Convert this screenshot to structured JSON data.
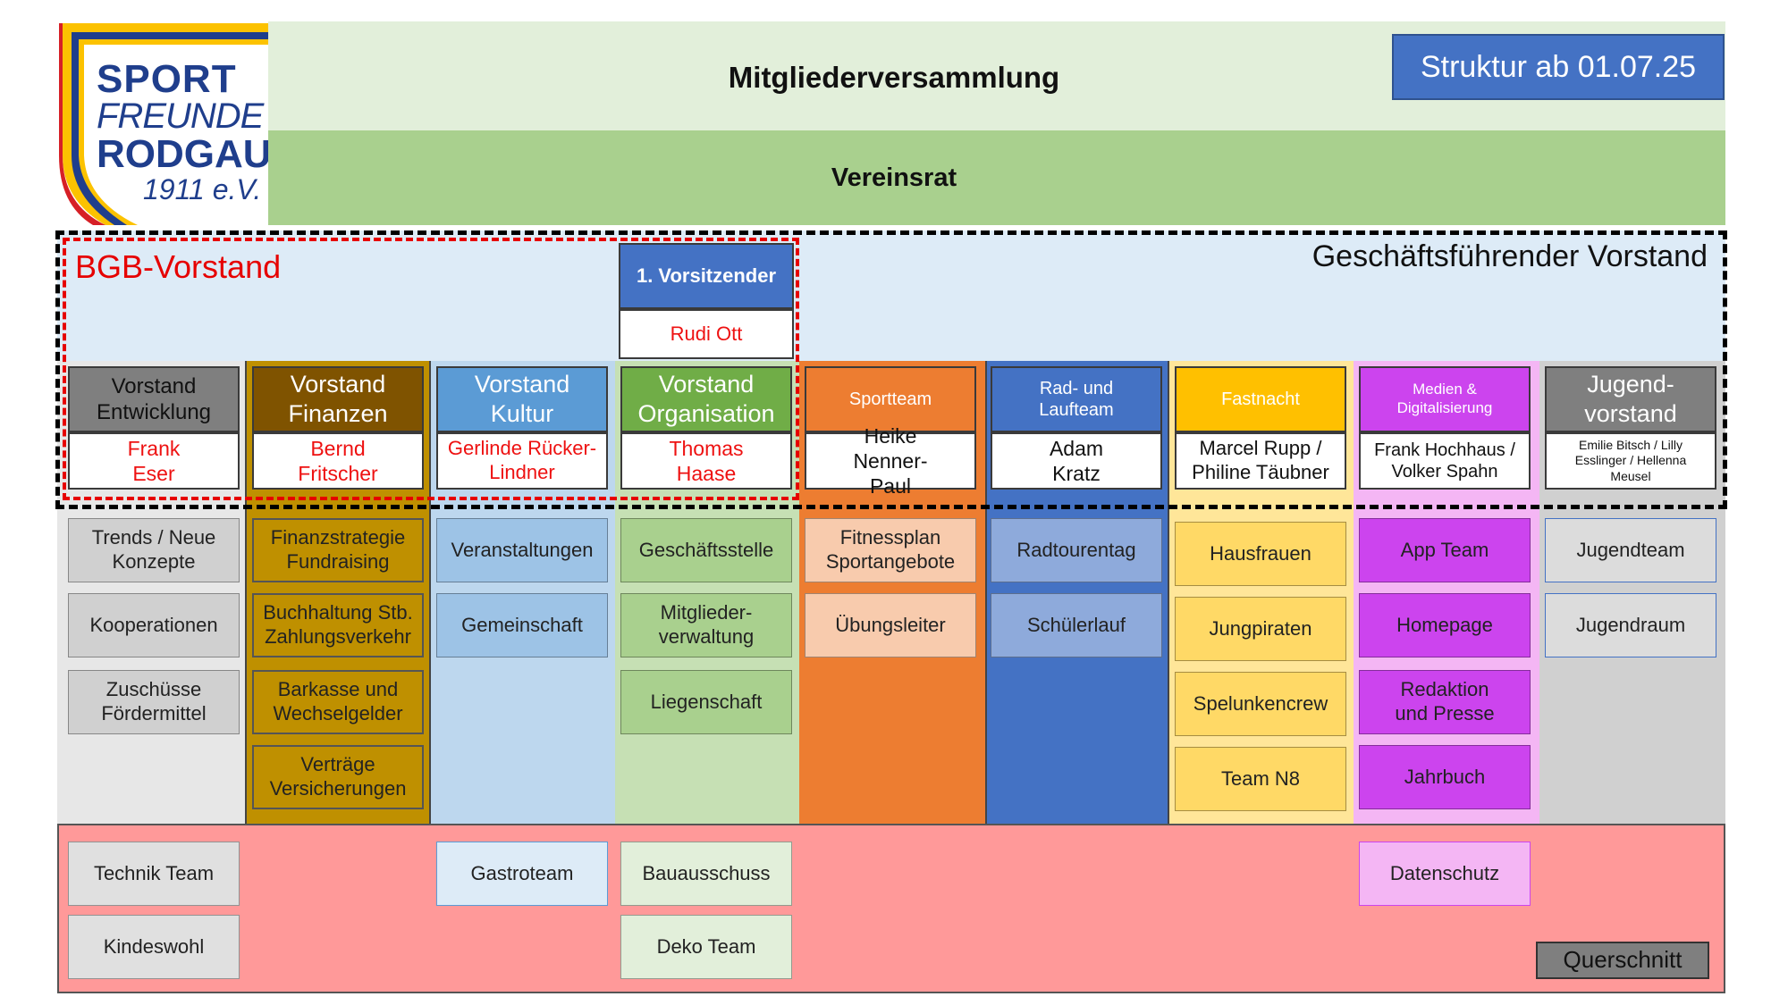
{
  "logo": {
    "line1": "SPORT",
    "line2": "FREUNDE",
    "line3": "RODGAU",
    "line4": "1911 e.V."
  },
  "top": {
    "mitglieder": "Mitgliederversammlung",
    "vereinsrat": "Vereinsrat",
    "struktur": "Struktur ab 01.07.25"
  },
  "bgb_label": "BGB-Vorstand",
  "gf_label": "Geschäftsführender Vorstand",
  "chair": {
    "title": "1. Vorsitzender",
    "name": "Rudi Ott"
  },
  "columns": [
    {
      "title": "Vorstand Entwicklung",
      "name": "Frank Eser",
      "items": [
        "Trends / Neue Konzepte",
        "Kooperationen",
        "Zuschüsse Fördermittel"
      ]
    },
    {
      "title": "Vorstand Finanzen",
      "name": "Bernd Fritscher",
      "items": [
        "Finanzstrategie Fundraising",
        "Buchhaltung Stb. Zahlungsverkehr",
        "Barkasse und Wechselgelder",
        "Verträge Versicherungen"
      ]
    },
    {
      "title": "Vorstand Kultur",
      "name": "Gerlinde Rücker-Lindner",
      "items": [
        "Veranstaltungen",
        "Gemeinschaft"
      ]
    },
    {
      "title": "Vorstand Organisation",
      "name": "Thomas Haase",
      "items": [
        "Geschäftsstelle",
        "Mitglieder-verwaltung",
        "Liegenschaft"
      ]
    },
    {
      "title": "Sportteam",
      "name": "Heike Nenner-Paul",
      "items": [
        "Fitnessplan Sportangebote",
        "Übungsleiter"
      ]
    },
    {
      "title": "Rad- und Laufteam",
      "name": "Adam Kratz",
      "items": [
        "Radtourentag",
        "Schülerlauf"
      ]
    },
    {
      "title": "Fastnacht",
      "name": "Marcel Rupp / Philine Täubner",
      "items": [
        "Hausfrauen",
        "Jungpiraten",
        "Spelunkencrew",
        "Team N8"
      ]
    },
    {
      "title": "Medien & Digitalisierung",
      "name": "Frank Hochhaus / Volker Spahn",
      "items": [
        "App Team",
        "Homepage",
        "Redaktion und Presse",
        "Jahrbuch"
      ]
    },
    {
      "title": "Jugend-vorstand",
      "name": "Emilie Bitsch / Lilly Esslinger / Hellenna Meusel",
      "items": [
        "Jugendteam",
        "Jugendraum"
      ]
    }
  ],
  "querschnitt": {
    "label": "Querschnitt",
    "items": [
      "Technik Team",
      "Kindeswohl",
      "Gastroteam",
      "Bauausschuss",
      "Deko Team",
      "Datenschutz"
    ]
  },
  "colors": {
    "mv_bg": "#e2efda",
    "vr_bg": "#a9d08e",
    "struktur_bg": "#4472c4",
    "gf_bg": "#ddebf7",
    "quer_bg": "#ff9999",
    "bgb_red": "#e60000"
  }
}
